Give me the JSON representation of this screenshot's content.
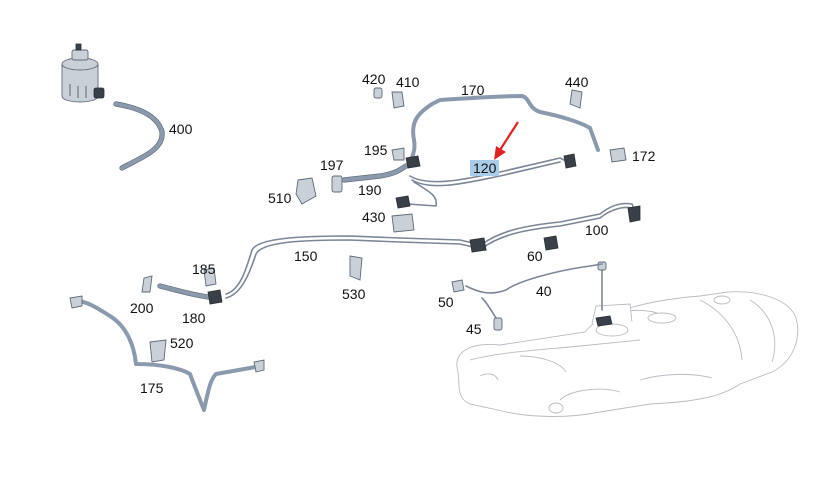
{
  "callouts": {
    "p400": "400",
    "p420": "420",
    "p410": "410",
    "p170": "170",
    "p440": "440",
    "p195": "195",
    "p197": "197",
    "p190": "190",
    "p510": "510",
    "p120": "120",
    "p172": "172",
    "p430": "430",
    "p100": "100",
    "p60": "60",
    "p150": "150",
    "p185": "185",
    "p200": "200",
    "p180": "180",
    "p530": "530",
    "p40": "40",
    "p50": "50",
    "p45": "45",
    "p520": "520",
    "p175": "175"
  },
  "highlighted_callout": "120",
  "colors": {
    "pipe": "#8a9aac",
    "highlight": "#a9cde8",
    "arrow": "#e02020"
  }
}
